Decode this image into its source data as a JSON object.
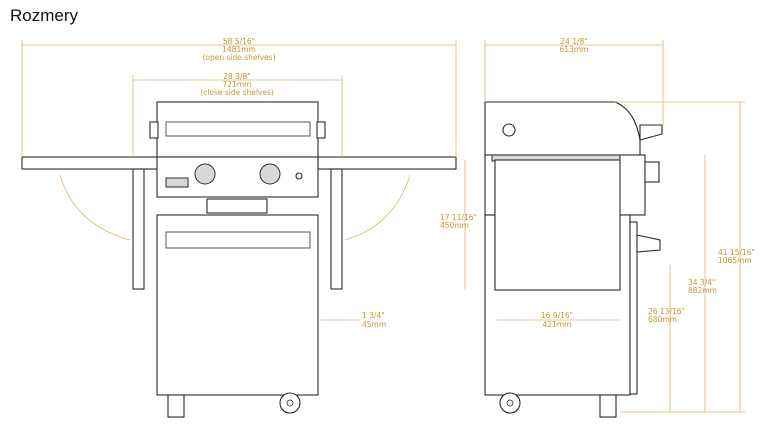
{
  "page": {
    "title": "Rozmery"
  },
  "front_view": {
    "width_open": {
      "imperial": "58 5/16\"",
      "metric": "1481mm",
      "note": "(open side shelves)"
    },
    "width_closed": {
      "imperial": "28 3/8\"",
      "metric": "721mm",
      "note": "(close side shelves)"
    },
    "shelf_gap": {
      "imperial": "1 3/4\"",
      "metric": "45mm"
    }
  },
  "side_view": {
    "depth": {
      "imperial": "24 1/8\"",
      "metric": "613mm"
    },
    "cabinet_height": {
      "imperial": "17 11/16\"",
      "metric": "450mm"
    },
    "cabinet_depth": {
      "imperial": "16 9/16\"",
      "metric": "421mm"
    },
    "cart_height": {
      "imperial": "26 13/16\"",
      "metric": "680mm"
    },
    "counter_height": {
      "imperial": "34 3/4\"",
      "metric": "882mm"
    },
    "total_height": {
      "imperial": "41 15/16\"",
      "metric": "1065mm"
    }
  },
  "colors": {
    "dimension": "#c9962e",
    "ink": "#2a2a2a"
  }
}
